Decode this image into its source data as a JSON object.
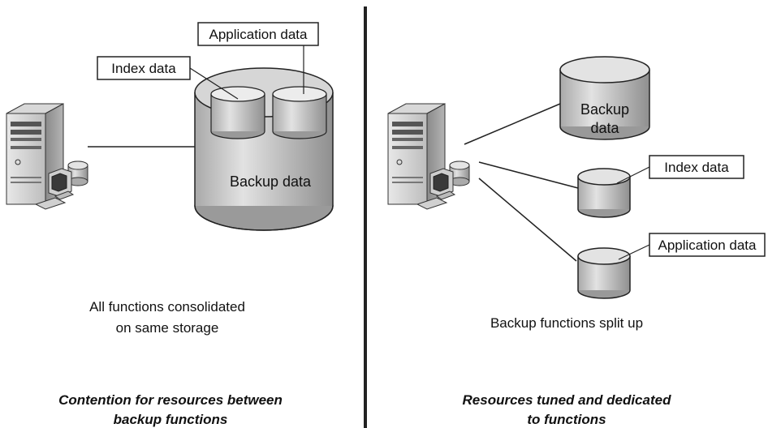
{
  "left": {
    "callouts": {
      "application": "Application data",
      "index": "Index data"
    },
    "storage_label": "Backup data",
    "caption": [
      "All functions consolidated",
      "on same storage"
    ],
    "conclusion": [
      "Contention for resources between",
      "backup functions"
    ]
  },
  "right": {
    "backup_cylinder": [
      "Backup",
      "data"
    ],
    "callouts": {
      "index": "Index data",
      "application": "Application data"
    },
    "caption": "Backup functions split up",
    "conclusion": [
      "Resources tuned and dedicated",
      "to functions"
    ]
  },
  "colors": {
    "line": "#222222",
    "cylinder_body": "#cfcfcf",
    "cylinder_top": "#e6e6e6",
    "server": "#bdbdbd"
  },
  "icons": [
    "server-icon",
    "workstation-icon",
    "database-icon"
  ]
}
